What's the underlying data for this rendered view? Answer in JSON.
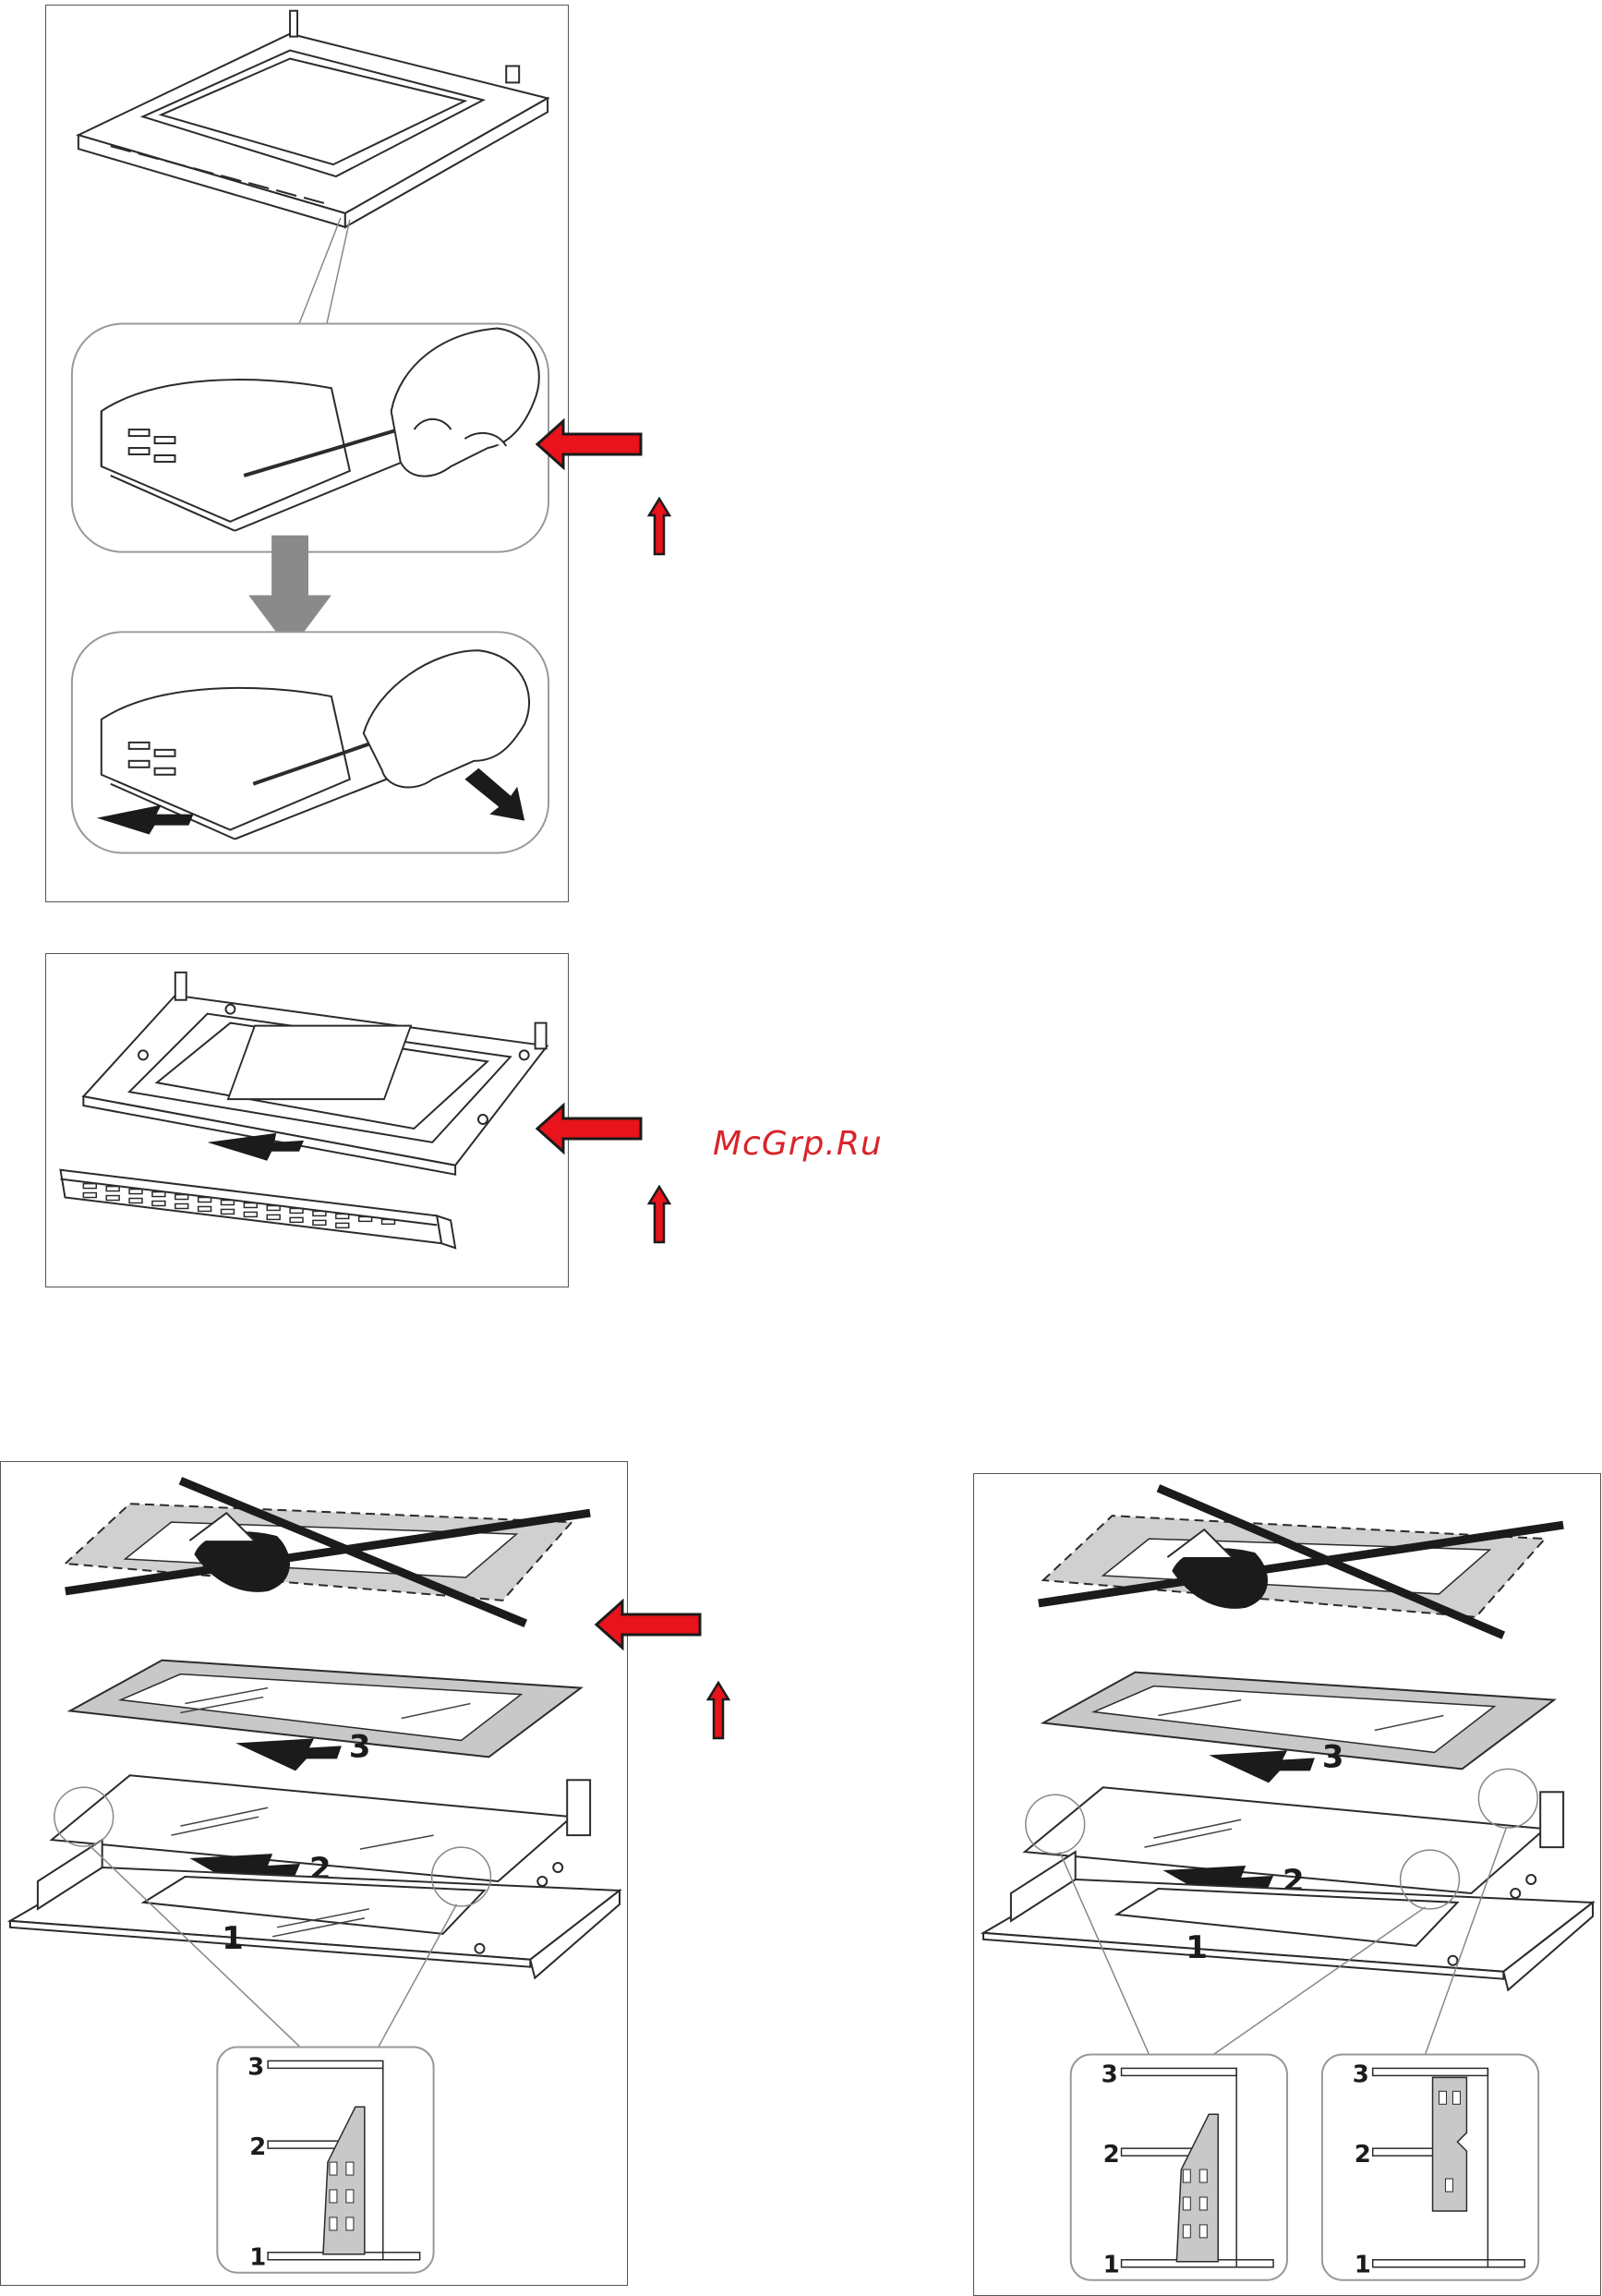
{
  "watermark": "McGrp.Ru",
  "colors": {
    "accent_red": "#e8131b",
    "outline": "#2b2b2b",
    "panel_border": "#555555",
    "glass_grey": "#c8c8c8",
    "arrow_grey": "#8a8a8a"
  },
  "figures": [
    {
      "id": "fig-1",
      "labels": []
    },
    {
      "id": "fig-2",
      "labels": []
    },
    {
      "id": "fig-3",
      "layer_labels": [
        "3",
        "2",
        "1"
      ],
      "detail_labels": [
        "3",
        "2",
        "1"
      ]
    },
    {
      "id": "fig-4",
      "layer_labels": [
        "3",
        "2",
        "1"
      ],
      "detail_labels": [
        "3",
        "2",
        "1",
        "3",
        "2",
        "1"
      ]
    }
  ],
  "icons": [
    "red-arrow-left-icon",
    "red-arrow-up-icon",
    "grey-arrow-down-icon",
    "black-arrow-icon",
    "cross-out-icon",
    "hand-screwdriver-icon"
  ]
}
